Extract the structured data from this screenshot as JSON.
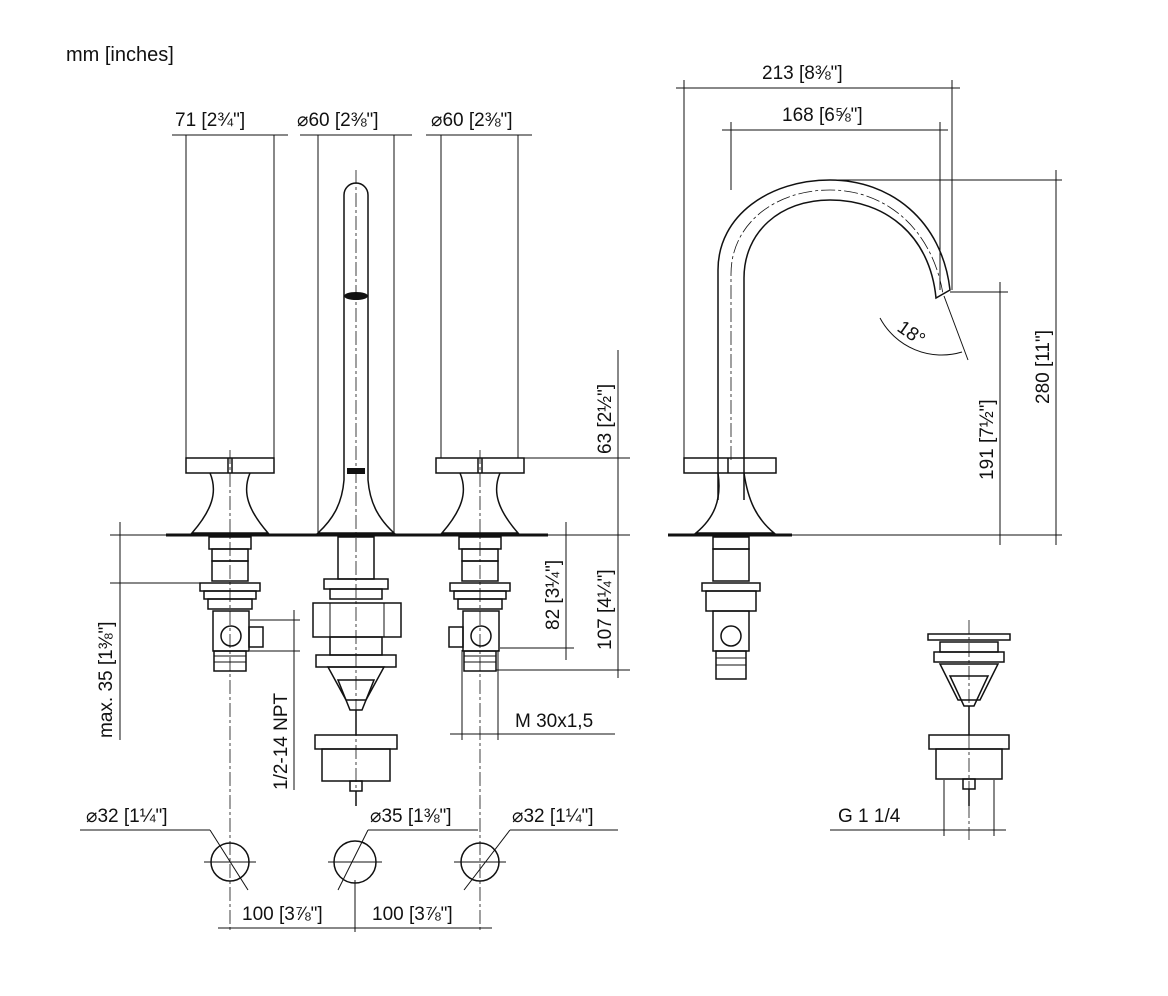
{
  "units_label": "mm [inches]",
  "front_view": {
    "handle_height": "71 [2¾\"]",
    "spout_base_diameter": "⌀60 [2⅜\"]",
    "handle_base_diameter": "⌀60 [2⅜\"]",
    "height_above_deck": "63 [2½\"]",
    "valve_depth": "82 [3¼\"]",
    "total_depth": "107 [4¼\"]",
    "max_deck_thickness": "max. 35 [1⅜\"]",
    "connection_thread": "1/2-14 NPT",
    "mount_thread": "M 30x1,5",
    "hole_left": "⌀32 [1¼\"]",
    "hole_center": "⌀35 [1⅜\"]",
    "hole_right": "⌀32 [1¼\"]",
    "spacing_left": "100 [3⅞\"]",
    "spacing_right": "100 [3⅞\"]"
  },
  "side_view": {
    "overall_reach": "213 [8⅜\"]",
    "spout_reach": "168 [6⅝\"]",
    "total_height": "280 [11\"]",
    "spout_outlet_height": "191 [7½\"]",
    "outlet_angle": "18°"
  },
  "drain": {
    "thread": "G 1 1/4"
  }
}
